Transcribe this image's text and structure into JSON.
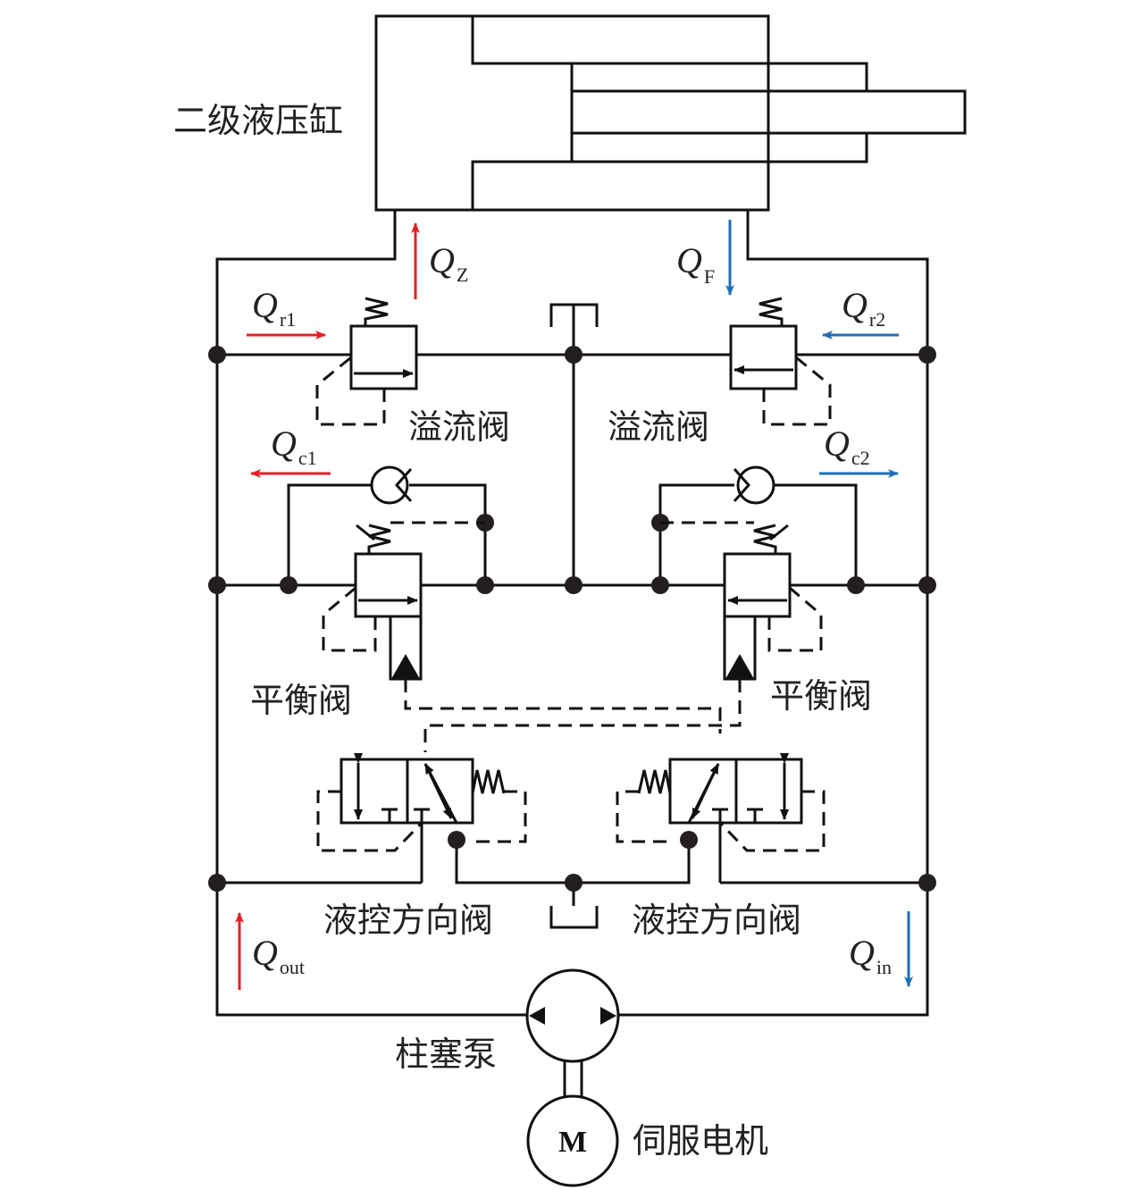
{
  "labels": {
    "cylinder": "二级液压缸",
    "relief_left": "溢流阀",
    "relief_right": "溢流阀",
    "balance_left": "平衡阀",
    "balance_right": "平衡阀",
    "directional_left": "液控方向阀",
    "directional_right": "液控方向阀",
    "pump": "柱塞泵",
    "motor": "伺服电机",
    "motor_symbol": "M"
  },
  "flows": {
    "qz": {
      "main": "Q",
      "sub": "Z"
    },
    "qf": {
      "main": "Q",
      "sub": "F"
    },
    "qr1": {
      "main": "Q",
      "sub": "r1"
    },
    "qr2": {
      "main": "Q",
      "sub": "r2"
    },
    "qc1": {
      "main": "Q",
      "sub": "c1"
    },
    "qc2": {
      "main": "Q",
      "sub": "c2"
    },
    "qout": {
      "main": "Q",
      "sub": "out"
    },
    "qin": {
      "main": "Q",
      "sub": "in"
    }
  },
  "colors": {
    "left_flow_arrow": "#e41f26",
    "right_flow_arrow": "#1f6fb5",
    "line": "#111111"
  }
}
